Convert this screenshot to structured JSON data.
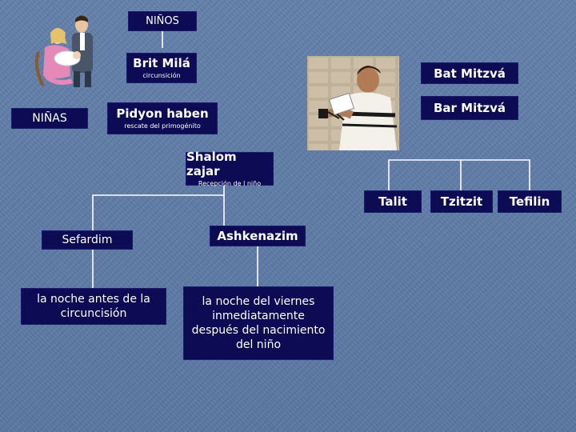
{
  "diagram": {
    "ninos": "NIÑOS",
    "ninas": "NIÑAS",
    "brit_mila": {
      "title": "Brit Milá",
      "subtitle": "circunsición"
    },
    "pidyon_haben": {
      "title": "Pidyon haben",
      "subtitle": "rescate del primogénito"
    },
    "bat_mitzva": "Bat Mitzvá",
    "bar_mitzva": "Bar Mitzvá",
    "shalom_zajar": {
      "title": "Shalom zajar",
      "subtitle": "Recepción de l niño"
    },
    "talit": "Talit",
    "tzitzit": "Tzitzit",
    "tefilin": "Tefilin",
    "sefardim": "Sefardim",
    "ashkenazim": "Ashkenazim",
    "sefardim_desc": "la noche antes de la circuncisión",
    "ashkenazim_desc": "la noche del viernes inmediatamente después del nacimiento del niño"
  },
  "colors": {
    "box_fill": "#0c0b54",
    "connector": "#ffffff",
    "background": "#5d7aa6"
  },
  "illustrations": [
    "parents-with-baby-clipart",
    "boy-with-tefillin-photo"
  ]
}
